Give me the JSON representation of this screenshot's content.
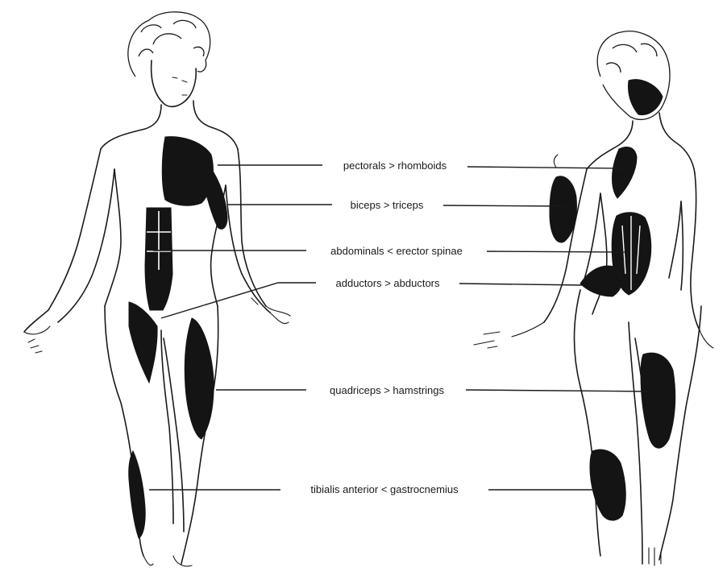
{
  "labels": [
    {
      "id": "pecs",
      "text": "pectorals > rhomboids"
    },
    {
      "id": "biceps",
      "text": "biceps > triceps"
    },
    {
      "id": "abs",
      "text": "abdominals < erector spinae"
    },
    {
      "id": "adductors",
      "text": "adductors > abductors"
    },
    {
      "id": "quads",
      "text": "quadriceps > hamstrings"
    },
    {
      "id": "tibialis",
      "text": "tibialis anterior < gastrocnemius"
    }
  ],
  "colors": {
    "ink": "#1a1a1a",
    "muscle": "#141414",
    "background": "#ffffff"
  }
}
